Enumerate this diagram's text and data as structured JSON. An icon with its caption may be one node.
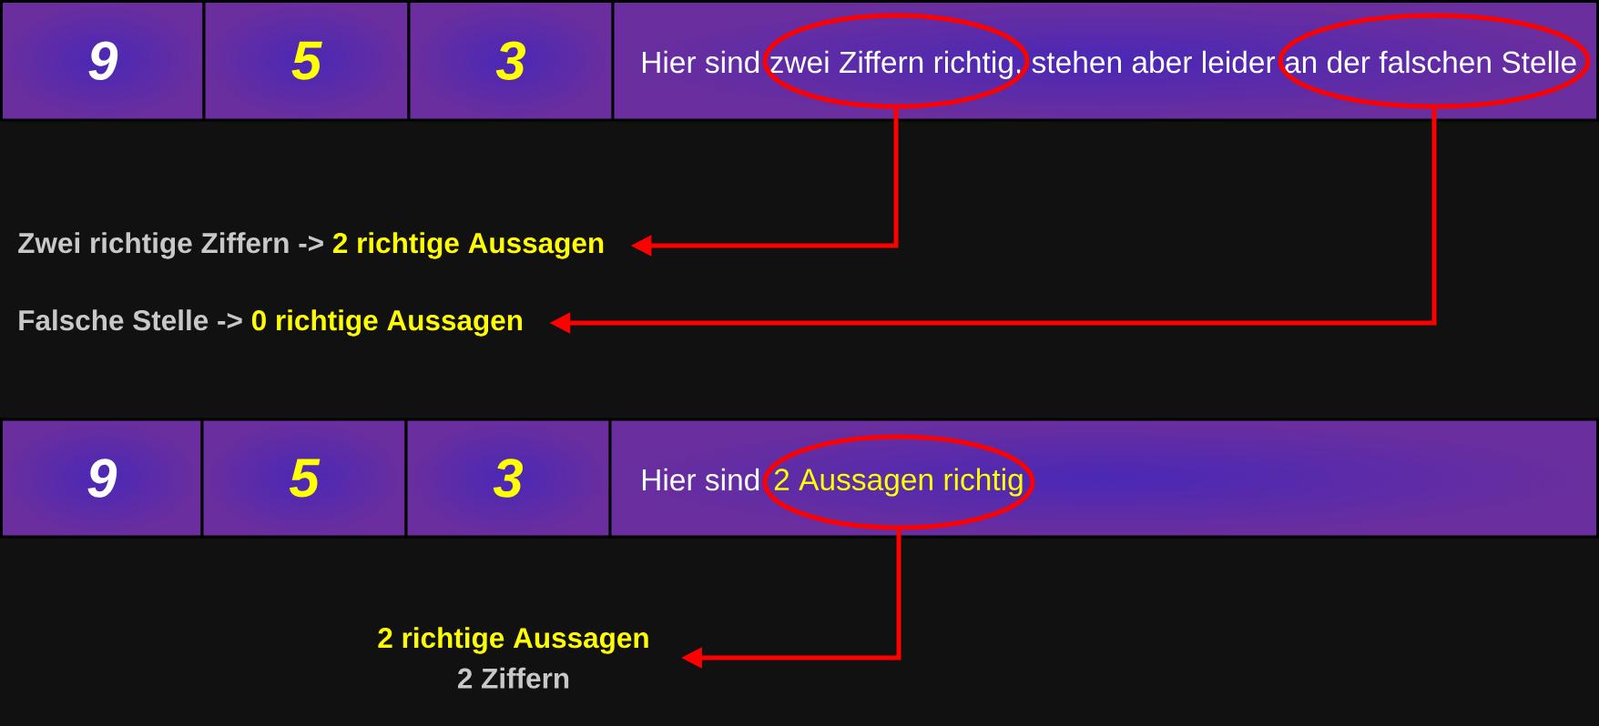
{
  "diagram": {
    "nodes": [
      {
        "text": [
          "9"
        ]
      },
      {
        "text": [
          "5"
        ]
      },
      {
        "text": [
          "3"
        ]
      },
      {
        "text": [
          "Hier sind zwei Ziffern richtig, stehen aber leider an der falschen Stelle"
        ]
      },
      {
        "text": [],
        "shape": "ellipse",
        "in": 3
      },
      {
        "text": [],
        "shape": "ellipse",
        "in": 3
      },
      {
        "text": [
          "Zwei richtige Ziffern ->",
          "2 richtige Aussagen"
        ]
      },
      {
        "text": [
          "Falsche Stelle ->",
          "0 richtige Aussagen"
        ]
      },
      {
        "text": [
          "9"
        ]
      },
      {
        "text": [
          "5"
        ]
      },
      {
        "text": [
          "3"
        ]
      },
      {
        "text": [
          "Hier sind"
        ]
      },
      {
        "text": [
          "2 Aussagen richtig"
        ],
        "in": 11
      },
      {
        "text": [
          "2 richtige Aussagen",
          "2 Ziffern"
        ]
      }
    ],
    "edges": [
      {
        "from": 4,
        "to": 6,
        "arrow": "to"
      },
      {
        "from": 5,
        "to": 7,
        "arrow": "to"
      },
      {
        "from": 12,
        "to": 13,
        "arrow": "to"
      }
    ]
  }
}
